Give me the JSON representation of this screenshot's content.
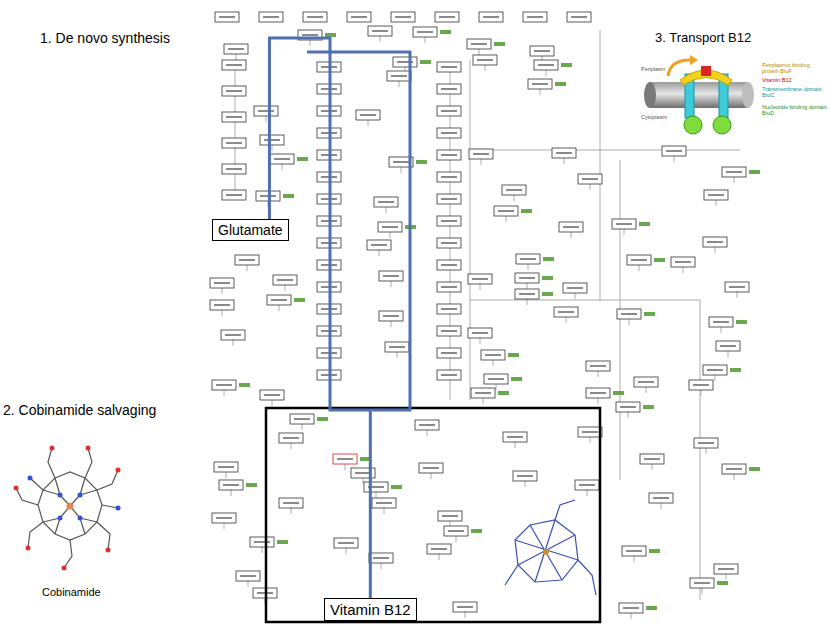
{
  "diagram": {
    "nodes": [
      {
        "text": [
          "Glutamate"
        ]
      },
      {
        "text": [
          "Vitamin B12"
        ]
      }
    ],
    "edges": [
      {
        "from": 0,
        "to": 1,
        "arrow": "none"
      }
    ],
    "labels": [
      "1. De novo synthesis",
      "2. Cobinamide salvaging",
      "Cobinamide",
      "3. Transport B12",
      "Periplasm",
      "Cytoplasm",
      "Periplasmic binding protein BtuF",
      "Vitamin B12",
      "Transmembrane domain BtuC",
      "Nucleotide binding domain BtuD"
    ]
  }
}
